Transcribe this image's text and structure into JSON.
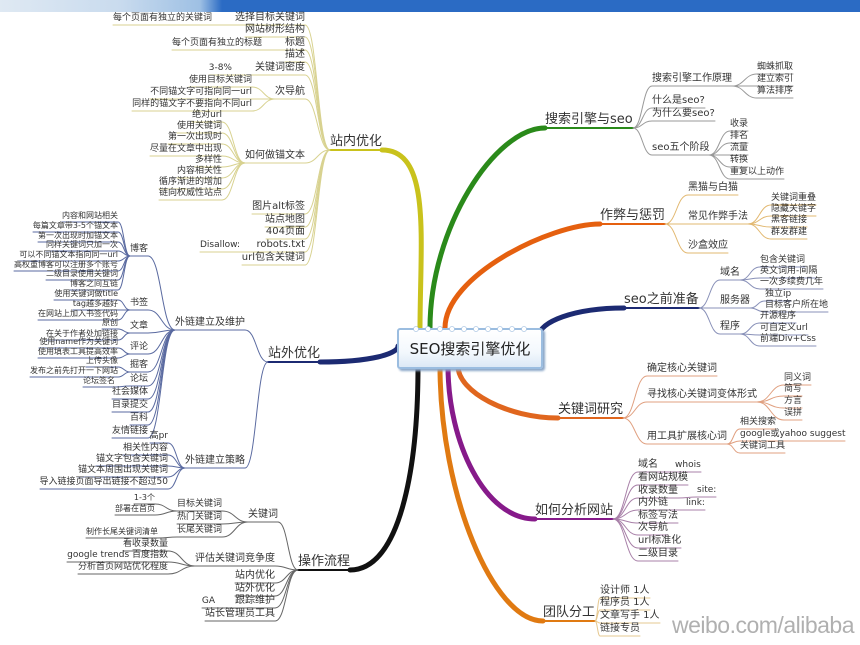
{
  "center": {
    "title": "SEO搜索引擎优化"
  },
  "watermark": "weibo.com/alibaba",
  "onsite": {
    "label": "站内优化",
    "items": [
      {
        "label": "选择目标关键词",
        "children": [
          "每个页面有独立的关键词"
        ]
      },
      {
        "label": "网站树形结构"
      },
      {
        "label": "标题",
        "children": [
          "每个页面有独立的标题"
        ]
      },
      {
        "label": "描述"
      },
      {
        "label": "关键词密度",
        "children": [
          "3-8%"
        ]
      },
      {
        "label": "次导航",
        "children": [
          "使用目标关键词",
          "不同锚文字可指向同一url",
          "同样的锚文字不要指向不同url"
        ]
      },
      {
        "label": "如何做锚文本",
        "children": [
          "绝对url",
          "使用关键词",
          "第一次出现时",
          "尽量在文章中出现",
          "多样性",
          "内容相关性",
          "循序渐进的增加",
          "链向权威性站点"
        ]
      },
      {
        "label": "图片alt标签"
      },
      {
        "label": "站点地图"
      },
      {
        "label": "404页面"
      },
      {
        "label": "robots.txt",
        "children": [
          "Disallow:"
        ]
      },
      {
        "label": "url包含关键词"
      }
    ]
  },
  "offsite": {
    "label": "站外优化",
    "items": [
      {
        "label": "外链建立及维护",
        "children": [
          {
            "label": "博客",
            "children": [
              "内容和网站相关",
              "每篇文章带3-5个锚文本",
              "第一次出现时加锚文本",
              "同样关键词只加一次",
              "可以不同锚文本指向同一url",
              "高权重博客可以注册多个账号",
              "二级目录使用关键词",
              "博客之间互链"
            ]
          },
          {
            "label": "书签",
            "children": [
              "使用关键词做title",
              "tag越多越好",
              "在网站上加入书签代码"
            ]
          },
          {
            "label": "文章",
            "children": [
              "原创",
              "在关于作者处加链接"
            ]
          },
          {
            "label": "评论",
            "children": [
              "使用name作为关键词",
              "使用填表工具提高效率"
            ]
          },
          {
            "label": "掘客",
            "children": [
              "上传头像",
              "发布之前先打开一下网站"
            ]
          },
          {
            "label": "论坛",
            "children": [
              "论坛签名"
            ]
          },
          {
            "label": "社会媒体"
          },
          {
            "label": "目录提交"
          },
          {
            "label": "百科"
          },
          {
            "label": "友情链接"
          }
        ]
      },
      {
        "label": "外链建立策略",
        "children": [
          "高pr",
          "相关性内容",
          "锚文字包含关键词",
          "锚文本周围出现关键词",
          "导入链接页面导出链接不超过50"
        ]
      }
    ]
  },
  "process": {
    "label": "操作流程",
    "items": [
      {
        "label": "关键词",
        "children": [
          {
            "label": "目标关键词",
            "children": [
              "1-3个",
              "部署在首页"
            ]
          },
          {
            "label": "热门关键词"
          },
          {
            "label": "长尾关键词",
            "children": [
              "制作长尾关键词清单"
            ]
          }
        ]
      },
      {
        "label": "评估关键词竞争度",
        "children": [
          "看收录数量",
          "google trends 百度指数",
          "分析首页网站优化程度"
        ]
      },
      {
        "label": "站内优化"
      },
      {
        "label": "站外优化"
      },
      {
        "label": "跟踪维护",
        "children": [
          "GA"
        ]
      },
      {
        "label": "站长管理员工具"
      }
    ]
  },
  "se": {
    "label": "搜索引擎与seo",
    "items": [
      {
        "label": "搜索引擎工作原理",
        "children": [
          "蜘蛛抓取",
          "建立索引",
          "算法排序"
        ]
      },
      {
        "label": "什么是seo?"
      },
      {
        "label": "为什么要seo?"
      },
      {
        "label": "seo五个阶段",
        "children": [
          "收录",
          "排名",
          "流量",
          "转换",
          "重复以上动作"
        ]
      }
    ]
  },
  "cheat": {
    "label": "作弊与惩罚",
    "items": [
      {
        "label": "黑猫与白猫"
      },
      {
        "label": "常见作弊手法",
        "children": [
          "关键词重叠",
          "隐藏关键字",
          "黑客链接",
          "群发群建"
        ]
      },
      {
        "label": "沙盒效应"
      }
    ]
  },
  "prep": {
    "label": "seo之前准备",
    "items": [
      {
        "label": "域名",
        "children": [
          "包含关键词",
          "英文词用-间隔",
          "一次多续费几年"
        ]
      },
      {
        "label": "服务器",
        "children": [
          "独立ip",
          "目标客户所在地"
        ]
      },
      {
        "label": "程序",
        "children": [
          "开源程序",
          "可自定义url",
          "前端Div+Css"
        ]
      }
    ]
  },
  "kw": {
    "label": "关键词研究",
    "items": [
      {
        "label": "确定核心关键词"
      },
      {
        "label": "寻找核心关键词变体形式",
        "children": [
          "同义词",
          "简写",
          "方言",
          "误拼"
        ]
      },
      {
        "label": "用工具扩展核心词",
        "children": [
          "相关搜索",
          "google或yahoo suggest",
          "关键词工具"
        ]
      }
    ]
  },
  "analyze": {
    "label": "如何分析网站",
    "items": [
      {
        "label": "域名",
        "children": [
          "whois"
        ]
      },
      {
        "label": "看网站规模"
      },
      {
        "label": "收录数量",
        "children": [
          "site:"
        ]
      },
      {
        "label": "内外链",
        "children": [
          "link:"
        ]
      },
      {
        "label": "标签写法"
      },
      {
        "label": "次导航"
      },
      {
        "label": "url标准化"
      },
      {
        "label": "二级目录"
      }
    ]
  },
  "team": {
    "label": "团队分工",
    "items": [
      {
        "label": "设计师 1人"
      },
      {
        "label": "程序员 1人"
      },
      {
        "label": "文章写手 1人"
      },
      {
        "label": "链接专员"
      }
    ]
  }
}
